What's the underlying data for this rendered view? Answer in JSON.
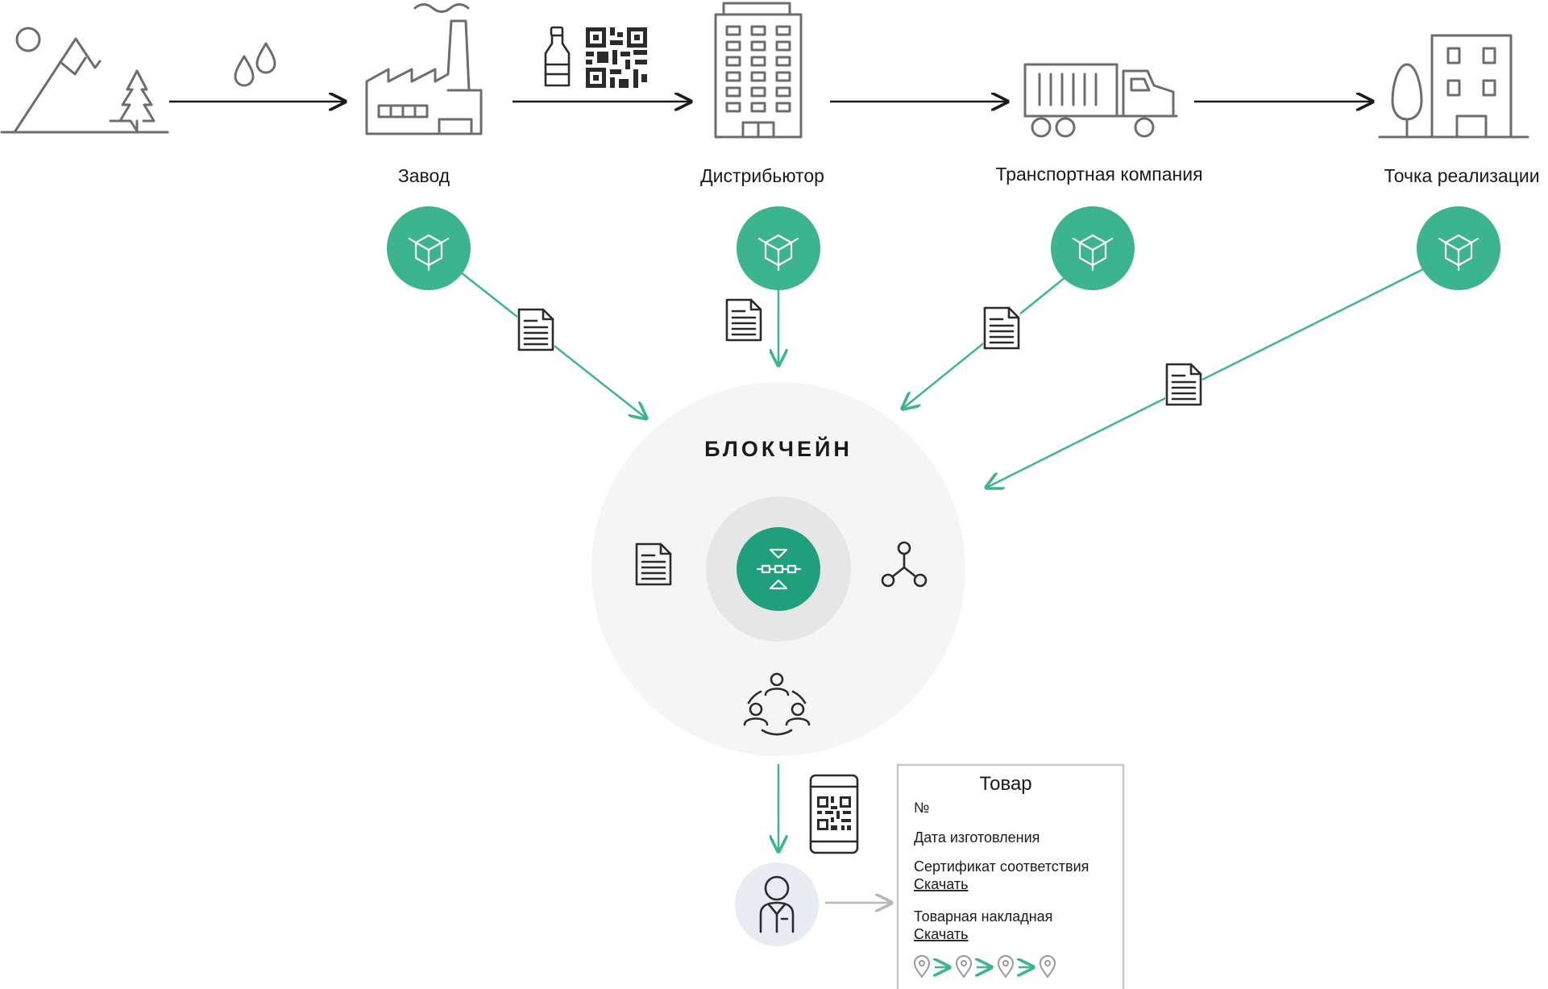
{
  "stages": [
    {
      "label": "Завод"
    },
    {
      "label": "Дистрибьютор"
    },
    {
      "label": "Транспортная компания"
    },
    {
      "label": "Точка реализации"
    }
  ],
  "blockchain": {
    "title": "БЛОКЧЕЙН"
  },
  "product_card": {
    "title": "Товар",
    "number_label": "№",
    "manufacture_date_label": "Дата изготовления",
    "certificate_label": "Сертификат соответствия",
    "certificate_link": "Скачать",
    "invoice_label": "Товарная накладная",
    "invoice_link": "Скачать"
  },
  "icons": {
    "nature": "mountain-tree-icon",
    "water": "water-drops-icon",
    "factory": "factory-icon",
    "bottle": "bottle-icon",
    "qr": "qr-code-icon",
    "distributor": "office-building-icon",
    "truck": "truck-icon",
    "shop": "store-building-icon",
    "node": "cube-node-icon",
    "document": "document-icon",
    "network": "network-icon",
    "community": "people-network-icon",
    "phone": "phone-qr-icon",
    "user": "user-icon",
    "route": "route-pins-icon"
  },
  "colors": {
    "accent": "#3cb48e",
    "accent_dark": "#1fa07a",
    "icon_grey": "#6d6d6d",
    "circle_light": "#f5f5f5",
    "circle_mid": "#e6e6e6",
    "user_bg": "#e9ecf2"
  }
}
